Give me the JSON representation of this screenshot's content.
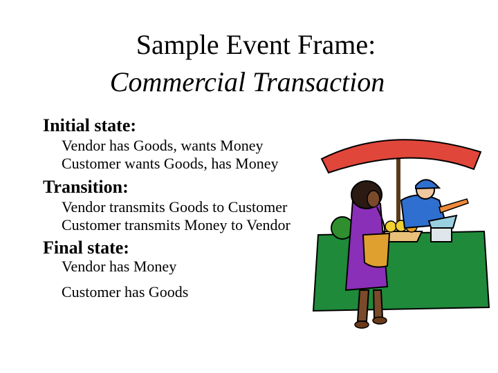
{
  "slide": {
    "title_line1": "Sample Event Frame:",
    "title_line2": "Commercial Transaction",
    "sections": [
      {
        "heading": "Initial state:",
        "lines": [
          "Vendor has Goods, wants Money",
          "Customer wants Goods, has Money"
        ]
      },
      {
        "heading": "Transition:",
        "lines": [
          "Vendor transmits Goods to Customer",
          "Customer transmits Money to Vendor"
        ]
      },
      {
        "heading": "Final state:",
        "lines": [
          "Vendor has Money",
          "Customer has Goods"
        ]
      }
    ],
    "clipart": {
      "icon": "market-stall-illustration",
      "colors": {
        "umbrella": "#e0463a",
        "table": "#1f8a3a",
        "customer_dress": "#8a2fb8",
        "vendor_shirt": "#2f6fd0",
        "basket": "#e0a030"
      }
    }
  }
}
